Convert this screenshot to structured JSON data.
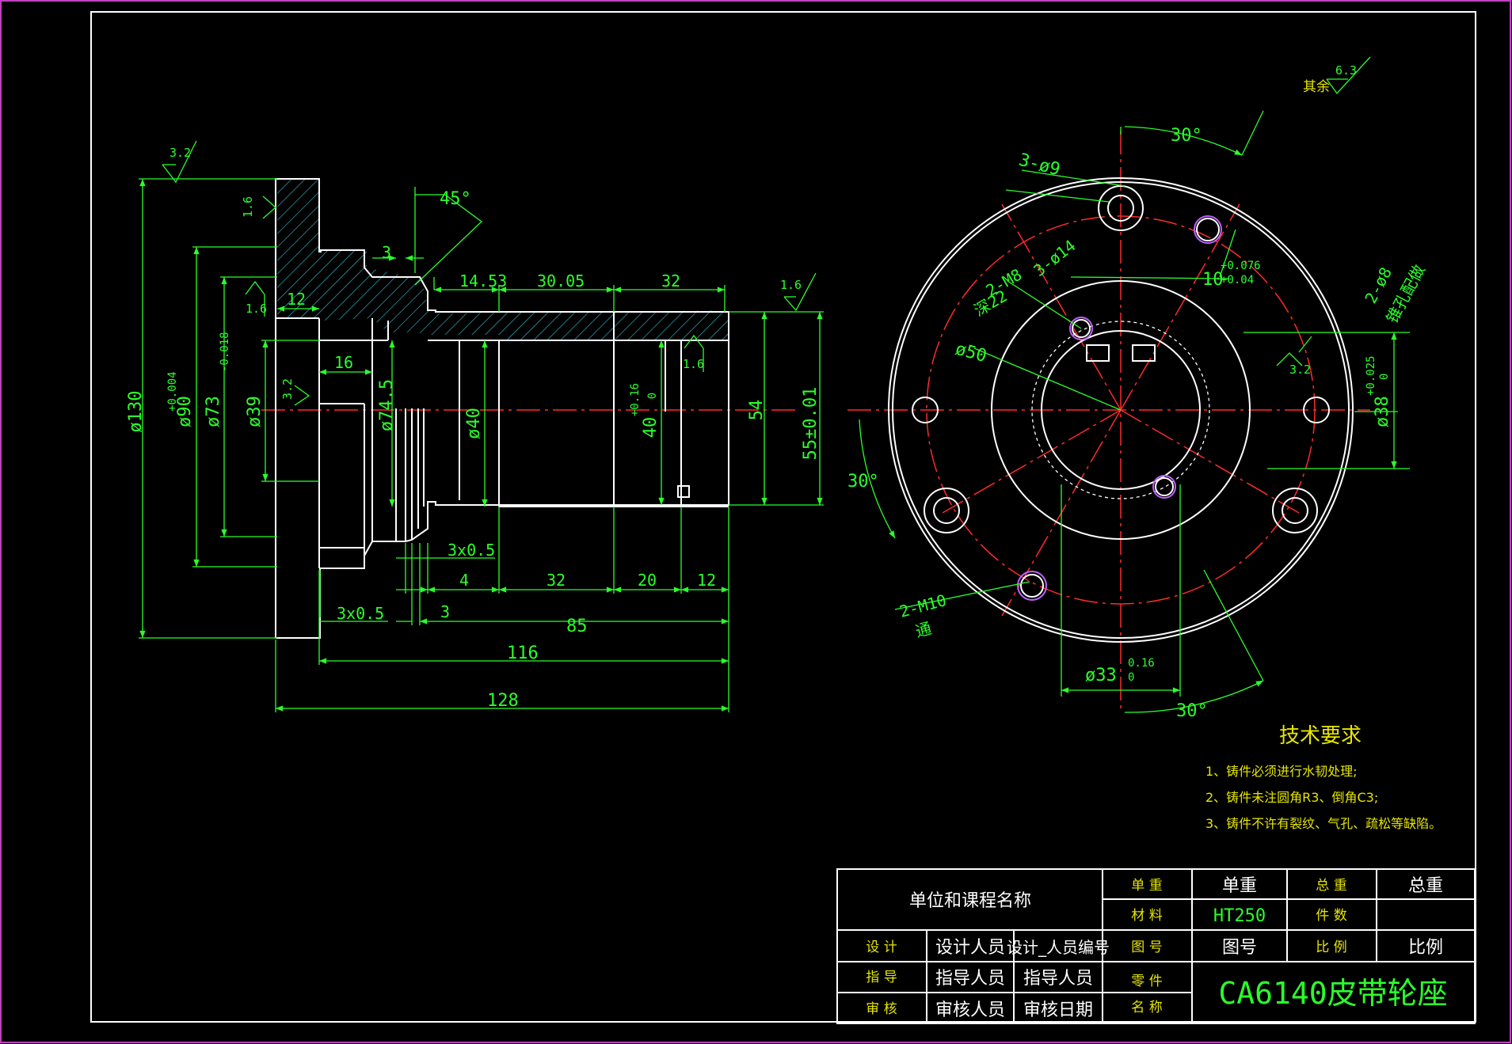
{
  "colors": {
    "background": "#000000",
    "outline": "#ffffff",
    "dimension": "#2bff2b",
    "hatch": "#38b6c8",
    "centerline": "#ff2a2a",
    "border_accent": "#c040c0",
    "notes": "#e6e600",
    "thread": "#c060ff"
  },
  "surface_finish": {
    "general": "其余",
    "general_value": "6.3",
    "flange_top": "3.2",
    "flange_face": "1.6",
    "bore_left": "1.6",
    "bore_inner": "3.2",
    "right_face": "1.6",
    "bore_mid": "1.6",
    "keyway_side": "3.2"
  },
  "section_view": {
    "angle": "45°",
    "step_3": "3",
    "d12": "12",
    "d14_53": "14.53",
    "d30_05": "30.05",
    "d32_top": "32",
    "d16": "16",
    "dia130": "ø130",
    "dia90": "ø90",
    "dia90_tol_upper": "+0.004",
    "dia90_tol_lower": "-0.018",
    "dia73": "ø73",
    "dia39": "ø39",
    "dia74_5": "ø74.5",
    "dia40": "ø40",
    "dim40": "40",
    "dim40_tol_upper": "+0.16",
    "dim40_tol_lower": "0",
    "dim54": "54",
    "dim55": "55±0.01",
    "chamfer_3x05_a": "3x0.5",
    "chamfer_3x05_b": "3x0.5",
    "b4": "4",
    "b32": "32",
    "b20": "20",
    "b12": "12",
    "b3": "3",
    "b85": "85",
    "b116": "116",
    "b128": "128"
  },
  "front_view": {
    "angle_top": "30°",
    "holes_9": "3-ø9",
    "holes_14": "3-ø14",
    "tapped_m8": "2-M8",
    "tapped_m8_depth": "深22",
    "dia50": "ø50",
    "keyway_10": "10",
    "keyway_10_upper": "+0.076",
    "keyway_10_lower": "+0.04",
    "pin_holes": "2-ø8",
    "pin_holes_note": "锥孔配做",
    "dia38": "ø38",
    "dia38_upper": "+0.025",
    "dia38_lower": "0",
    "angle_left": "30°",
    "tapped_m10": "2-M10",
    "tapped_m10_note": "通",
    "dia33": "ø33",
    "dia33_upper": "0.16",
    "dia33_lower": "0",
    "angle_bottom": "30°"
  },
  "tech_requirements": {
    "title": "技术要求",
    "items": [
      "1、铸件必须进行水韧处理;",
      "2、铸件未注圆角R3、倒角C3;",
      "3、铸件不许有裂纹、气孔、疏松等缺陷。"
    ]
  },
  "title_block": {
    "unit_name": "单位和课程名称",
    "unit_weight_label": "单 重",
    "unit_weight": "单重",
    "total_weight_label": "总 重",
    "total_weight": "总重",
    "material_label": "材 料",
    "material": "HT250",
    "quantity_label": "件 数",
    "quantity": "",
    "drawing_no_label": "图 号",
    "drawing_no": "图号",
    "scale_label": "比 例",
    "scale": "比例",
    "design_label": "设 计",
    "designer": "设计人员",
    "designer_id": "设计_人员编号",
    "guide_label": "指 导",
    "guide": "指导人员",
    "guide2": "指导人员",
    "review_label": "审 核",
    "reviewer": "审核人员",
    "review_date": "审核日期",
    "part_name_label_1": "零 件",
    "part_name_label_2": "名 称",
    "part_name": "CA6140皮带轮座"
  }
}
